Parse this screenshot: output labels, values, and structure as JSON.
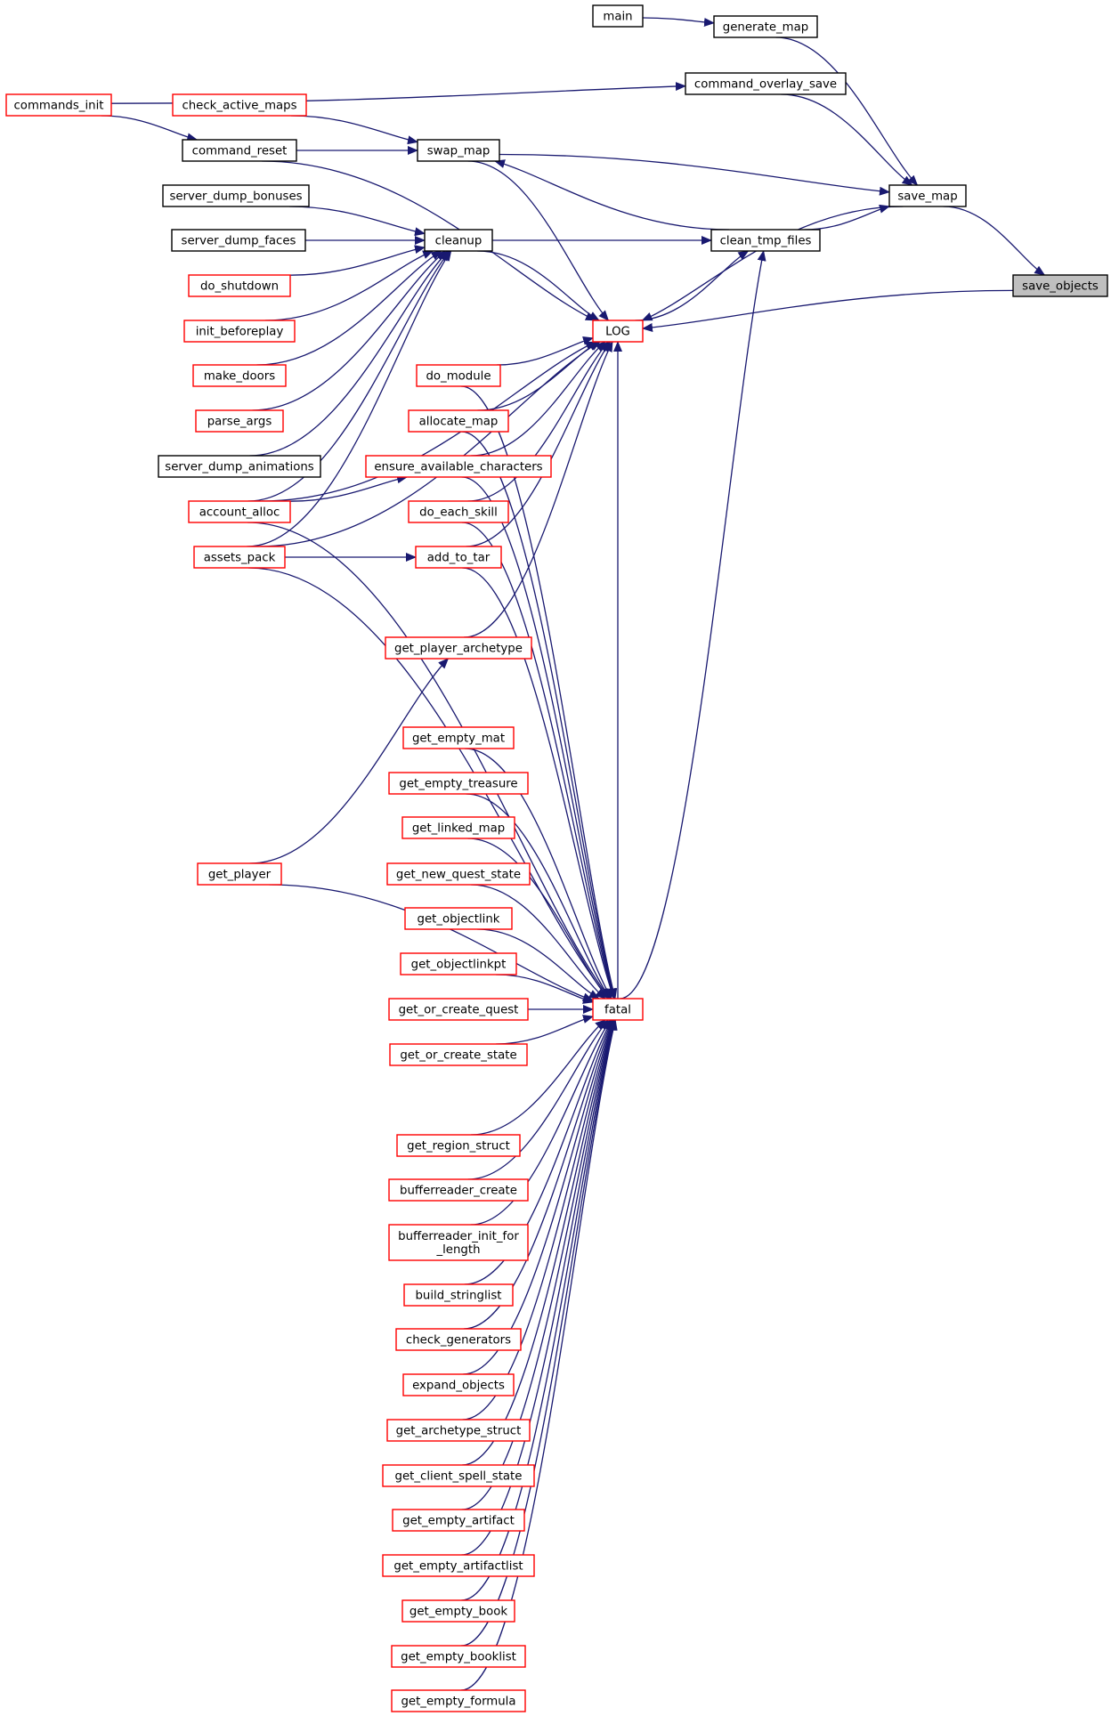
{
  "colors": {
    "edge": "#191970",
    "node_red_border": "#ff0000",
    "node_black_border": "#000000",
    "node_focus_fill": "#bfbfbf",
    "node_fill": "#ffffff"
  },
  "nodes": [
    {
      "id": "main",
      "label": "main",
      "style": "black"
    },
    {
      "id": "generate_map",
      "label": "generate_map",
      "style": "black"
    },
    {
      "id": "command_overlay_save",
      "label": "command_overlay_save",
      "style": "black"
    },
    {
      "id": "commands_init",
      "label": "commands_init",
      "style": "red"
    },
    {
      "id": "check_active_maps",
      "label": "check_active_maps",
      "style": "red"
    },
    {
      "id": "command_reset",
      "label": "command_reset",
      "style": "black"
    },
    {
      "id": "swap_map",
      "label": "swap_map",
      "style": "black"
    },
    {
      "id": "save_map",
      "label": "save_map",
      "style": "black"
    },
    {
      "id": "server_dump_bonuses",
      "label": "server_dump_bonuses",
      "style": "black"
    },
    {
      "id": "server_dump_faces",
      "label": "server_dump_faces",
      "style": "black"
    },
    {
      "id": "cleanup",
      "label": "cleanup",
      "style": "black"
    },
    {
      "id": "clean_tmp_files",
      "label": "clean_tmp_files",
      "style": "black"
    },
    {
      "id": "save_objects",
      "label": "save_objects",
      "style": "focus"
    },
    {
      "id": "do_shutdown",
      "label": "do_shutdown",
      "style": "red"
    },
    {
      "id": "init_beforeplay",
      "label": "init_beforeplay",
      "style": "red"
    },
    {
      "id": "LOG",
      "label": "LOG",
      "style": "red"
    },
    {
      "id": "make_doors",
      "label": "make_doors",
      "style": "red"
    },
    {
      "id": "do_module",
      "label": "do_module",
      "style": "red"
    },
    {
      "id": "parse_args",
      "label": "parse_args",
      "style": "red"
    },
    {
      "id": "allocate_map",
      "label": "allocate_map",
      "style": "red"
    },
    {
      "id": "server_dump_animations",
      "label": "server_dump_animations",
      "style": "black"
    },
    {
      "id": "ensure_available_characters",
      "label": "ensure_available_characters",
      "style": "red"
    },
    {
      "id": "account_alloc",
      "label": "account_alloc",
      "style": "red"
    },
    {
      "id": "do_each_skill",
      "label": "do_each_skill",
      "style": "red"
    },
    {
      "id": "assets_pack",
      "label": "assets_pack",
      "style": "red"
    },
    {
      "id": "add_to_tar",
      "label": "add_to_tar",
      "style": "red"
    },
    {
      "id": "get_player_archetype",
      "label": "get_player_archetype",
      "style": "red"
    },
    {
      "id": "get_empty_mat",
      "label": "get_empty_mat",
      "style": "red"
    },
    {
      "id": "get_empty_treasure",
      "label": "get_empty_treasure",
      "style": "red"
    },
    {
      "id": "get_linked_map",
      "label": "get_linked_map",
      "style": "red"
    },
    {
      "id": "get_player",
      "label": "get_player",
      "style": "red"
    },
    {
      "id": "get_new_quest_state",
      "label": "get_new_quest_state",
      "style": "red"
    },
    {
      "id": "get_objectlink",
      "label": "get_objectlink",
      "style": "red"
    },
    {
      "id": "get_objectlinkpt",
      "label": "get_objectlinkpt",
      "style": "red"
    },
    {
      "id": "get_or_create_quest",
      "label": "get_or_create_quest",
      "style": "red"
    },
    {
      "id": "fatal",
      "label": "fatal",
      "style": "red"
    },
    {
      "id": "get_or_create_state",
      "label": "get_or_create_state",
      "style": "red"
    },
    {
      "id": "get_region_struct",
      "label": "get_region_struct",
      "style": "red"
    },
    {
      "id": "bufferreader_create",
      "label": "bufferreader_create",
      "style": "red"
    },
    {
      "id": "bufferreader_init_for_length",
      "label": "bufferreader_init_for",
      "label2": "_length",
      "style": "red"
    },
    {
      "id": "build_stringlist",
      "label": "build_stringlist",
      "style": "red"
    },
    {
      "id": "check_generators",
      "label": "check_generators",
      "style": "red"
    },
    {
      "id": "expand_objects",
      "label": "expand_objects",
      "style": "red"
    },
    {
      "id": "get_archetype_struct",
      "label": "get_archetype_struct",
      "style": "red"
    },
    {
      "id": "get_client_spell_state",
      "label": "get_client_spell_state",
      "style": "red"
    },
    {
      "id": "get_empty_artifact",
      "label": "get_empty_artifact",
      "style": "red"
    },
    {
      "id": "get_empty_artifactlist",
      "label": "get_empty_artifactlist",
      "style": "red"
    },
    {
      "id": "get_empty_book",
      "label": "get_empty_book",
      "style": "red"
    },
    {
      "id": "get_empty_booklist",
      "label": "get_empty_booklist",
      "style": "red"
    },
    {
      "id": "get_empty_formula",
      "label": "get_empty_formula",
      "style": "red"
    }
  ],
  "edges": [
    [
      "main",
      "generate_map"
    ],
    [
      "generate_map",
      "save_map"
    ],
    [
      "commands_init",
      "command_overlay_save"
    ],
    [
      "commands_init",
      "command_reset"
    ],
    [
      "command_overlay_save",
      "save_map"
    ],
    [
      "check_active_maps",
      "swap_map"
    ],
    [
      "command_reset",
      "swap_map"
    ],
    [
      "command_reset",
      "LOG"
    ],
    [
      "swap_map",
      "save_map"
    ],
    [
      "swap_map",
      "LOG"
    ],
    [
      "clean_tmp_files",
      "swap_map"
    ],
    [
      "save_map",
      "save_objects"
    ],
    [
      "save_map",
      "LOG"
    ],
    [
      "clean_tmp_files",
      "save_map"
    ],
    [
      "server_dump_bonuses",
      "cleanup"
    ],
    [
      "server_dump_faces",
      "cleanup"
    ],
    [
      "do_shutdown",
      "cleanup"
    ],
    [
      "init_beforeplay",
      "cleanup"
    ],
    [
      "make_doors",
      "cleanup"
    ],
    [
      "parse_args",
      "cleanup"
    ],
    [
      "server_dump_animations",
      "cleanup"
    ],
    [
      "account_alloc",
      "cleanup"
    ],
    [
      "assets_pack",
      "cleanup"
    ],
    [
      "cleanup",
      "clean_tmp_files"
    ],
    [
      "cleanup",
      "LOG"
    ],
    [
      "LOG",
      "clean_tmp_files"
    ],
    [
      "fatal",
      "clean_tmp_files"
    ],
    [
      "save_objects",
      "LOG"
    ],
    [
      "account_alloc",
      "LOG"
    ],
    [
      "assets_pack",
      "LOG"
    ],
    [
      "do_module",
      "LOG"
    ],
    [
      "allocate_map",
      "LOG"
    ],
    [
      "ensure_available_characters",
      "LOG"
    ],
    [
      "do_each_skill",
      "LOG"
    ],
    [
      "add_to_tar",
      "LOG"
    ],
    [
      "get_player_archetype",
      "LOG"
    ],
    [
      "fatal",
      "LOG"
    ],
    [
      "account_alloc",
      "ensure_available_characters"
    ],
    [
      "assets_pack",
      "add_to_tar"
    ],
    [
      "get_player",
      "get_player_archetype"
    ],
    [
      "do_module",
      "fatal"
    ],
    [
      "allocate_map",
      "fatal"
    ],
    [
      "ensure_available_characters",
      "fatal"
    ],
    [
      "do_each_skill",
      "fatal"
    ],
    [
      "add_to_tar",
      "fatal"
    ],
    [
      "account_alloc",
      "fatal"
    ],
    [
      "assets_pack",
      "fatal"
    ],
    [
      "get_empty_mat",
      "fatal"
    ],
    [
      "get_empty_treasure",
      "fatal"
    ],
    [
      "get_linked_map",
      "fatal"
    ],
    [
      "get_new_quest_state",
      "fatal"
    ],
    [
      "get_objectlink",
      "fatal"
    ],
    [
      "get_objectlinkpt",
      "fatal"
    ],
    [
      "get_or_create_quest",
      "fatal"
    ],
    [
      "get_or_create_state",
      "fatal"
    ],
    [
      "get_player",
      "fatal"
    ],
    [
      "get_region_struct",
      "fatal"
    ],
    [
      "bufferreader_create",
      "fatal"
    ],
    [
      "bufferreader_init_for_length",
      "fatal"
    ],
    [
      "build_stringlist",
      "fatal"
    ],
    [
      "check_generators",
      "fatal"
    ],
    [
      "expand_objects",
      "fatal"
    ],
    [
      "get_archetype_struct",
      "fatal"
    ],
    [
      "get_client_spell_state",
      "fatal"
    ],
    [
      "get_empty_artifact",
      "fatal"
    ],
    [
      "get_empty_artifactlist",
      "fatal"
    ],
    [
      "get_empty_book",
      "fatal"
    ],
    [
      "get_empty_booklist",
      "fatal"
    ],
    [
      "get_empty_formula",
      "fatal"
    ]
  ]
}
